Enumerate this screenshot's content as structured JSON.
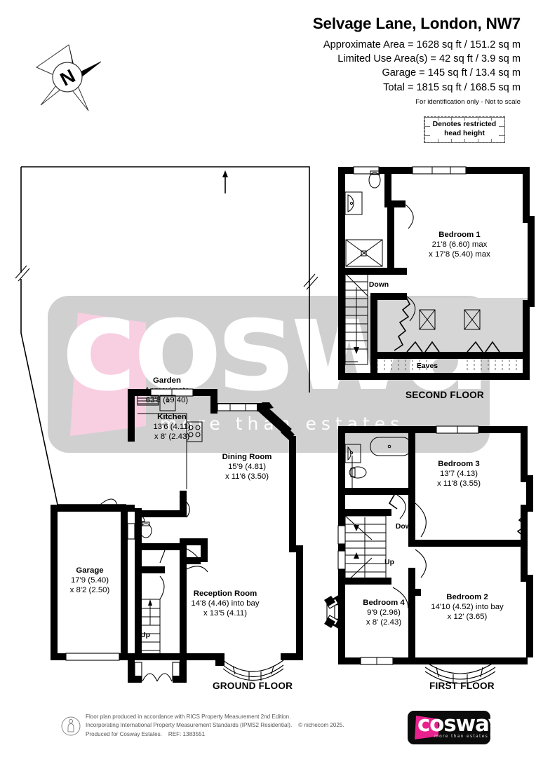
{
  "header": {
    "title": "Selvage Lane, London, NW7",
    "areas": [
      "Approximate Area = 1628 sq ft / 151.2 sq m",
      "Limited Use Area(s) = 42 sq ft / 3.9 sq m",
      "Garage = 145 sq ft / 13.4 sq m",
      "Total = 1815 sq ft / 168.5 sq m"
    ],
    "disclaimer": "For identification only - Not to scale"
  },
  "key": {
    "restricted_head_height": "Denotes restricted\nhead height",
    "line1": "Denotes restricted",
    "line2": "head height"
  },
  "compass": {
    "north_label": "N"
  },
  "watermark": {
    "word": "cosway",
    "tagline": "more than estates"
  },
  "floors": {
    "ground": {
      "name": "GROUND FLOOR",
      "rooms": [
        {
          "name": "Garden",
          "line2": "Approximate",
          "line3": "63'8 (19.40)"
        },
        {
          "name": "Kitchen",
          "line2": "13'6 (4.11)",
          "line3": "x 8' (2.43)"
        },
        {
          "name": "Dining Room",
          "line2": "15'9 (4.81)",
          "line3": "x 11'6 (3.50)"
        },
        {
          "name": "Garage",
          "line2": "17'9 (5.40)",
          "line3": "x 8'2 (2.50)"
        },
        {
          "name": "Reception Room",
          "line2": "14'8 (4.46) into bay",
          "line3": "x 13'5 (4.11)"
        }
      ],
      "stair_label": "Up"
    },
    "first": {
      "name": "FIRST FLOOR",
      "rooms": [
        {
          "name": "Bedroom 3",
          "line2": "13'7 (4.13)",
          "line3": "x 11'8 (3.55)"
        },
        {
          "name": "Bedroom 2",
          "line2": "14'10 (4.52) into bay",
          "line3": "x 12' (3.65)"
        },
        {
          "name": "Bedroom 4",
          "line2": "9'9 (2.96)",
          "line3": "x 8' (2.43)"
        }
      ],
      "stair_down": "Down",
      "stair_up": "Up"
    },
    "second": {
      "name": "SECOND FLOOR",
      "rooms": [
        {
          "name": "Bedroom 1",
          "line2": "21'8 (6.60) max",
          "line3": "x 17'8 (5.40) max"
        }
      ],
      "stair_down": "Down",
      "eaves": "Eaves"
    }
  },
  "footer": {
    "line1": "Floor plan produced in accordance with RICS Property Measurement 2nd Edition.",
    "line2": "Incorporating International Property Measurement Standards (IPMS2 Residential).",
    "copyright": "© nichecom 2025.",
    "line3": "Produced for Cosway Estates.",
    "ref": "REF: 1383551",
    "logo_word": "cosway",
    "logo_tagline": "more than estates"
  },
  "colors": {
    "brand_pink": "#e8218f",
    "wall": "#000000",
    "watermark_grey": "#c8c8c8"
  }
}
